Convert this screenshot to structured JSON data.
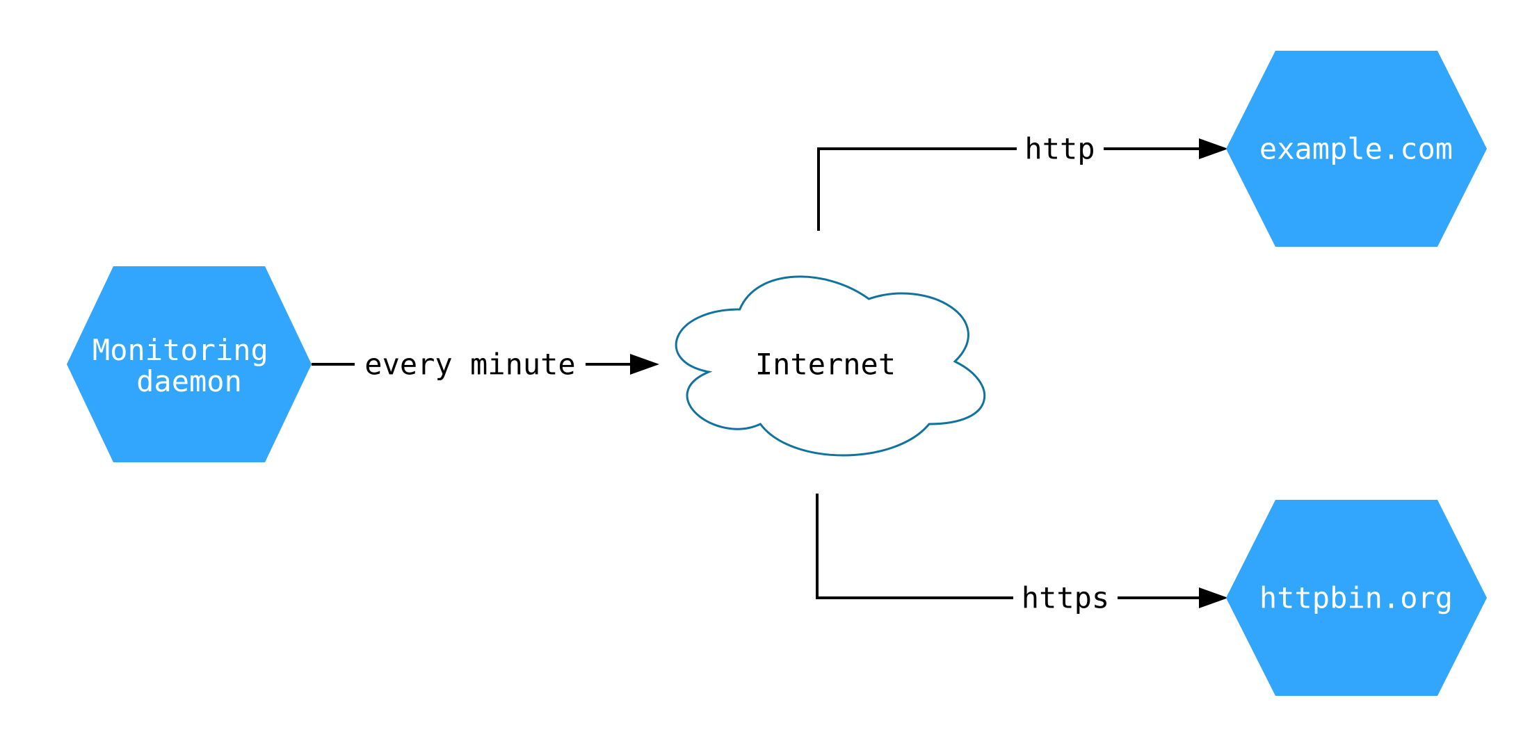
{
  "diagram": {
    "nodes": {
      "daemon": {
        "label_line1": "Monitoring",
        "label_line2": "daemon",
        "shape": "hexagon"
      },
      "internet": {
        "label": "Internet",
        "shape": "cloud"
      },
      "example": {
        "label": "example.com",
        "shape": "hexagon"
      },
      "httpbin": {
        "label": "httpbin.org",
        "shape": "hexagon"
      }
    },
    "edges": {
      "daemon_to_internet": {
        "label": "every minute",
        "from": "daemon",
        "to": "internet"
      },
      "internet_to_example": {
        "label": "http",
        "from": "internet",
        "to": "example"
      },
      "internet_to_httpbin": {
        "label": "https",
        "from": "internet",
        "to": "httpbin"
      }
    },
    "colors": {
      "node_fill": "#31A6FC",
      "node_text": "#FFFFFF",
      "cloud_stroke": "#10739E",
      "cloud_fill": "#FFFFFF",
      "edge_stroke": "#000000",
      "edge_text": "#000000",
      "background": "#FFFFFF"
    }
  }
}
